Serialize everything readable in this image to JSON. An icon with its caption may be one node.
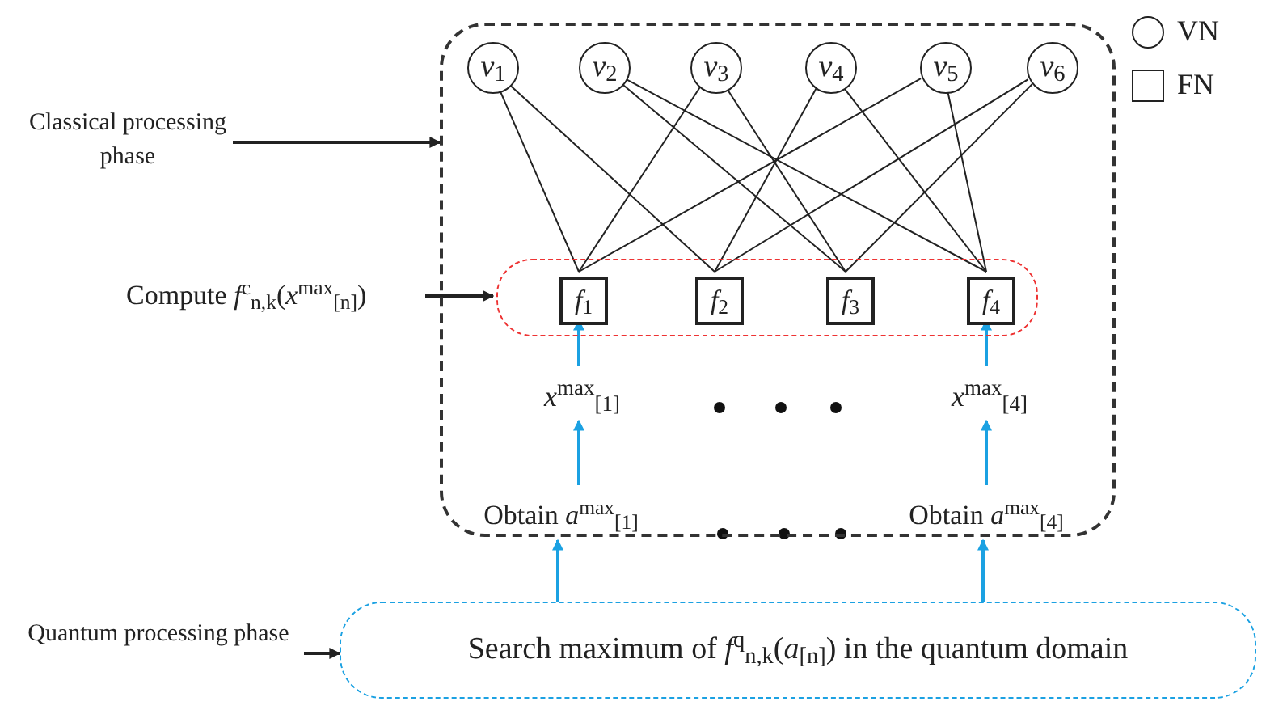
{
  "diagram": {
    "nodes": [
      {
        "text": [],
        "shape": "box"
      },
      {
        "text": [
          "*v*$_{1}$"
        ],
        "in": 0
      },
      {
        "text": [
          "*v*$_{2}$"
        ],
        "in": 0
      },
      {
        "text": [
          "*v*$_{3}$"
        ],
        "in": 0
      },
      {
        "text": [
          "*v*$_{4}$"
        ],
        "in": 0
      },
      {
        "text": [
          "*v*$_{5}$"
        ],
        "in": 0
      },
      {
        "text": [
          "*v*$_{6}$"
        ],
        "in": 0
      },
      {
        "text": [],
        "shape": "box",
        "in": 0
      },
      {
        "text": [
          "*f*$_{1}$"
        ],
        "in": 7
      },
      {
        "text": [
          "*f*$_{2}$"
        ],
        "in": 7
      },
      {
        "text": [
          "*f*$_{3}$"
        ],
        "in": 7
      },
      {
        "text": [
          "*f*$_{4}$"
        ],
        "in": 7
      },
      {
        "text": [
          "*x*$^{max}$$_{[1]}$"
        ],
        "in": 0
      },
      {
        "text": [
          "*x*$^{max}$$_{[4]}$"
        ],
        "in": 0
      },
      {
        "text": [
          "Obtain *a*$^{max}$$_{[1]}$"
        ],
        "in": 0
      },
      {
        "text": [
          "Obtain *a*$^{max}$$_{[4]}$"
        ],
        "in": 0
      },
      {
        "text": [
          "Search  maximum of *f*$^{q}$$_{n,k}$(*a*$_{[n]}$) in the quantum domain"
        ]
      },
      {
        "text": [
          "Classical processing phase"
        ]
      },
      {
        "text": [
          "Compute *f*$^{c}$$_{n,k}$(*x*$^{max}$$_{[n]}$)"
        ]
      },
      {
        "text": [
          "Quantum processing phase"
        ]
      }
    ],
    "edges": [
      {
        "from": 1,
        "to": 8,
        "arrow": "none"
      },
      {
        "from": 1,
        "to": 9,
        "arrow": "none"
      },
      {
        "from": 2,
        "to": 10,
        "arrow": "none"
      },
      {
        "from": 2,
        "to": 11,
        "arrow": "none"
      },
      {
        "from": 3,
        "to": 8,
        "arrow": "none"
      },
      {
        "from": 3,
        "to": 10,
        "arrow": "none"
      },
      {
        "from": 4,
        "to": 9,
        "arrow": "none"
      },
      {
        "from": 4,
        "to": 11,
        "arrow": "none"
      },
      {
        "from": 5,
        "to": 8,
        "arrow": "none"
      },
      {
        "from": 5,
        "to": 11,
        "arrow": "none"
      },
      {
        "from": 6,
        "to": 9,
        "arrow": "none"
      },
      {
        "from": 6,
        "to": 10,
        "arrow": "none"
      },
      {
        "from": 12,
        "to": 8,
        "arrow": "to",
        "color": "#1ba1e2"
      },
      {
        "from": 13,
        "to": 11,
        "arrow": "to",
        "color": "#1ba1e2"
      },
      {
        "from": 14,
        "to": 12,
        "arrow": "to",
        "color": "#1ba1e2"
      },
      {
        "from": 15,
        "to": 13,
        "arrow": "to",
        "color": "#1ba1e2"
      },
      {
        "from": 16,
        "to": 14,
        "arrow": "to",
        "color": "#1ba1e2"
      },
      {
        "from": 16,
        "to": 15,
        "arrow": "to",
        "color": "#1ba1e2"
      },
      {
        "from": 17,
        "to": 0,
        "arrow": "to"
      },
      {
        "from": 18,
        "to": 7,
        "arrow": "to"
      },
      {
        "from": 19,
        "to": 16,
        "arrow": "to"
      }
    ],
    "legend": [
      {
        "text": "VN"
      },
      {
        "text": "FN"
      }
    ]
  }
}
